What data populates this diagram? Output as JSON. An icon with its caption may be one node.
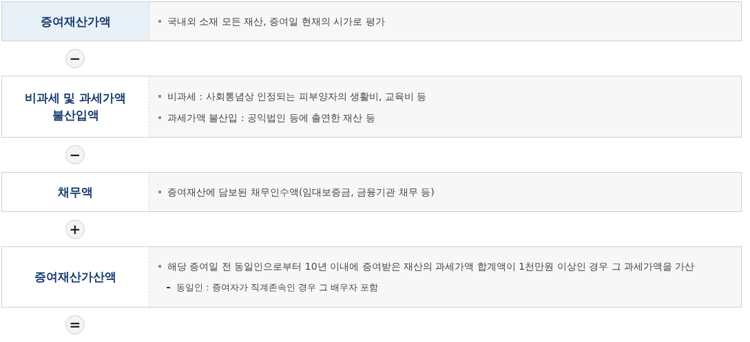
{
  "diagram": {
    "nodes": [
      {
        "text": [
          "증여재산가액",
          "국내외 소재 모든 재산, 증여일 현재의 시가로 평가"
        ]
      },
      {
        "text": [
          "−"
        ]
      },
      {
        "text": [
          "비과세 및 과세가액 불산입액",
          "비과세 : 사회통념상 인정되는 피부양자의 생활비, 교육비 등",
          "과세가액 불산입 : 공익법인 등에 출연한 재산 등"
        ]
      },
      {
        "text": [
          "−"
        ]
      },
      {
        "text": [
          "채무액",
          "증여재산에 담보된 채무인수액(임대보증금, 금융기관 채무 등)"
        ]
      },
      {
        "text": [
          "+"
        ]
      },
      {
        "text": [
          "증여재산가산액",
          "해당 증여일 전 동일인으로부터 10년 이내에 증여받은 재산의 과세가액 합계액이 1천만원 이상인 경우 그 과세가액을 가산",
          "동일인 : 증여자가 직계존속인 경우 그 배우자 포함"
        ]
      },
      {
        "text": [
          "="
        ]
      }
    ]
  }
}
